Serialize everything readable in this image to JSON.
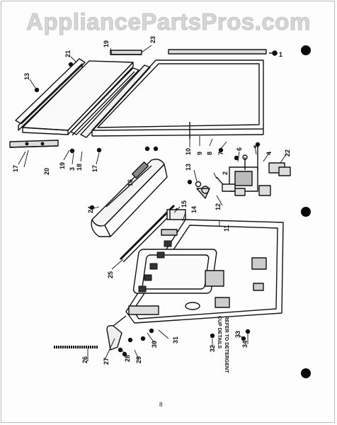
{
  "watermark": "AppliancePartsPros.com",
  "page_number": "8",
  "note": {
    "line1": "REFER TO DETERGENT",
    "line2": "CUP DETAILS"
  },
  "callouts": {
    "c1": "21",
    "c2": "19",
    "c3": "23",
    "c4": "13",
    "c5": "17",
    "c6": "20",
    "c7": "19",
    "c8": "3",
    "c9": "18",
    "c10": "17",
    "c11": "10",
    "c12": "9",
    "c13": "8",
    "c14": "7",
    "c15": "6",
    "c16": "5",
    "c17": "4",
    "c18": "22",
    "c19": "16",
    "c20": "13",
    "c21": "2",
    "c22": "11",
    "c23": "12",
    "c24": "14",
    "c25": "15",
    "c26": "24",
    "c27": "25",
    "c28": "26",
    "c29": "27",
    "c30": "28",
    "c31": "29",
    "c32": "30",
    "c33": "31",
    "c34": "32",
    "c35": "33",
    "c36": "34",
    "c37": "1"
  }
}
